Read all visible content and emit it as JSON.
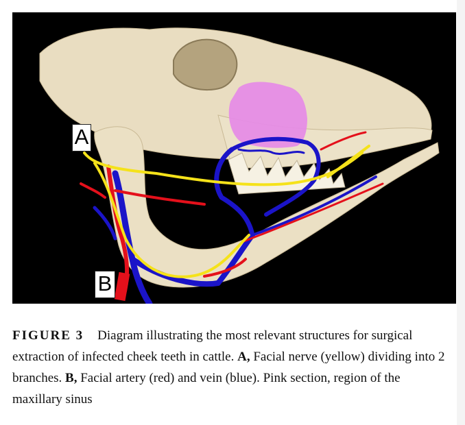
{
  "figure": {
    "panel_labels": {
      "a": "A",
      "b": "B"
    },
    "colors": {
      "background": "#000000",
      "bone": "#e8dcc0",
      "nerve": "#f5e21a",
      "artery": "#e4101b",
      "vein": "#1b14c8",
      "sinus": "#e58be6"
    }
  },
  "caption": {
    "figure_number": "FIGURE 3",
    "text": "Diagram illustrating the most relevant structures for surgical extraction of infected cheek teeth in cattle.",
    "a_label": "A,",
    "a_text": "Facial nerve (yellow) dividing into 2 branches.",
    "b_label": "B,",
    "b_text": "Facial artery (red) and vein (blue). Pink section, region of the maxillary sinus"
  }
}
